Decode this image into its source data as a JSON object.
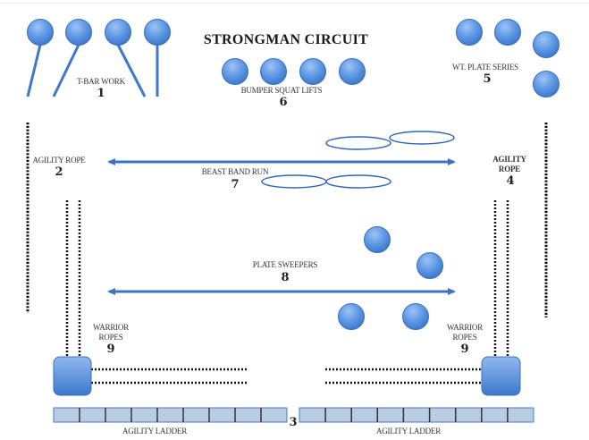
{
  "title": "STRONGMAN CIRCUIT",
  "stations": [
    {
      "id": "t-bar-work",
      "label": "T-BAR WORK",
      "number": "1"
    },
    {
      "id": "agility-rope-left",
      "label": "AGILITY ROPE",
      "number": "2"
    },
    {
      "id": "agility-ladder",
      "label": "AGILITY LADDER",
      "number": "3"
    },
    {
      "id": "agility-rope-right",
      "label": "AGILITY ROPE",
      "number": "4"
    },
    {
      "id": "wt-plate-series",
      "label": "WT. PLATE SERIES",
      "number": "5"
    },
    {
      "id": "bumper-squat-lifts",
      "label": "BUMPER SQUAT LIFTS",
      "number": "6"
    },
    {
      "id": "beast-band-run",
      "label": "BEAST BAND RUN",
      "number": "7"
    },
    {
      "id": "plate-sweepers",
      "label": "PLATE SWEEPERS",
      "number": "8"
    },
    {
      "id": "warrior-ropes-left",
      "label": "WARRIOR ROPES",
      "number": "9"
    },
    {
      "id": "warrior-ropes-right",
      "label": "WARRIOR ROPES",
      "number": "9"
    }
  ],
  "labels": {
    "t_bar": "T-BAR WORK",
    "agility_rope_left": "AGILITY ROPE",
    "agility_rope_right_1": "AGILITY",
    "agility_rope_right_2": "ROPE",
    "wt_plate": "WT. PLATE SERIES",
    "bumper": "BUMPER SQUAT LIFTS",
    "beast_band": "BEAST BAND RUN",
    "plate_sweepers": "PLATE SWEEPERS",
    "warrior_1": "WARRIOR",
    "warrior_2": "ROPES",
    "ladder": "AGILITY LADDER"
  },
  "numbers": {
    "n1": "1",
    "n2": "2",
    "n3": "3",
    "n4": "4",
    "n5": "5",
    "n6": "6",
    "n7": "7",
    "n8": "8",
    "n9": "9"
  },
  "ladder_rungs_per_section": 9,
  "colors": {
    "plate_fill": "#4f8de0",
    "plate_stroke": "#3a70c0",
    "bar": "#3f78c8",
    "arrow": "#3c72bf",
    "band_stroke": "#2f66b3",
    "anchor_fill": "#5090e0",
    "ladder_fill": "#b8cce4",
    "ladder_stroke": "#4a7bbf",
    "rope_dots": "#111111"
  }
}
